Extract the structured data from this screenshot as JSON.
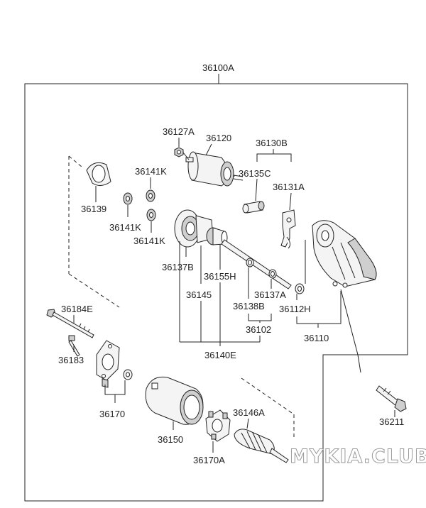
{
  "labels": {
    "assembly": "36100A",
    "p36127A": "36127A",
    "p36120": "36120",
    "p36130B": "36130B",
    "p36135C": "36135C",
    "p36131A": "36131A",
    "p36141K_top": "36141K",
    "p36141K_mid": "36141K",
    "p36141K_bot": "36141K",
    "p36139": "36139",
    "p36137B": "36137B",
    "p36155H": "36155H",
    "p36145": "36145",
    "p36137A": "36137A",
    "p36138B": "36138B",
    "p36112H": "36112H",
    "p36102": "36102",
    "p36110": "36110",
    "p36140E": "36140E",
    "p36184E": "36184E",
    "p36183": "36183",
    "p36170": "36170",
    "p36150": "36150",
    "p36146A": "36146A",
    "p36170A": "36170A",
    "p36211": "36211"
  },
  "watermark": "MYKIA.CLUB"
}
